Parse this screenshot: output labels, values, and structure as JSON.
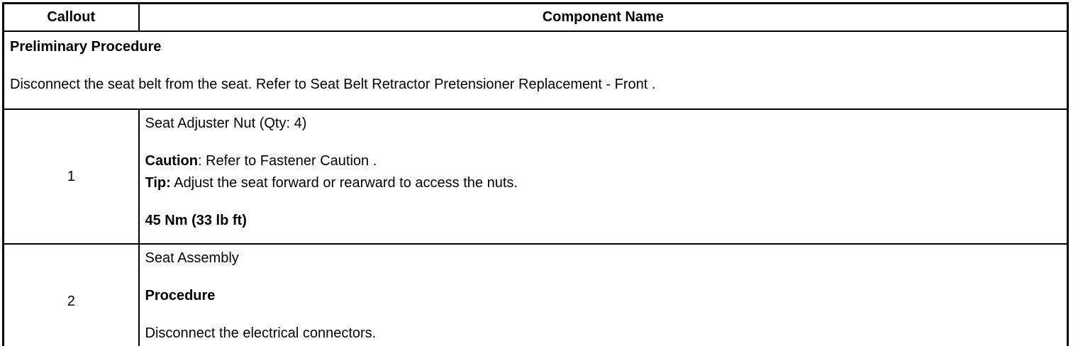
{
  "header": {
    "callout_label": "Callout",
    "component_label": "Component Name"
  },
  "preliminary": {
    "title": "Preliminary Procedure",
    "instruction": "Disconnect the seat belt from the seat. Refer to Seat Belt Retractor Pretensioner Replacement - Front ."
  },
  "rows": [
    {
      "callout": "1",
      "component_name": "Seat Adjuster Nut (Qty: 4)",
      "caution_label": "Caution",
      "caution_text": ": Refer to Fastener Caution .",
      "tip_label": "Tip:",
      "tip_text": " Adjust the seat forward or rearward to access the nuts.",
      "torque_spec": "45 Nm (33 lb ft)"
    },
    {
      "callout": "2",
      "component_name": "Seat Assembly",
      "procedure_label": "Procedure",
      "procedure_text": "Disconnect the electrical connectors."
    }
  ]
}
